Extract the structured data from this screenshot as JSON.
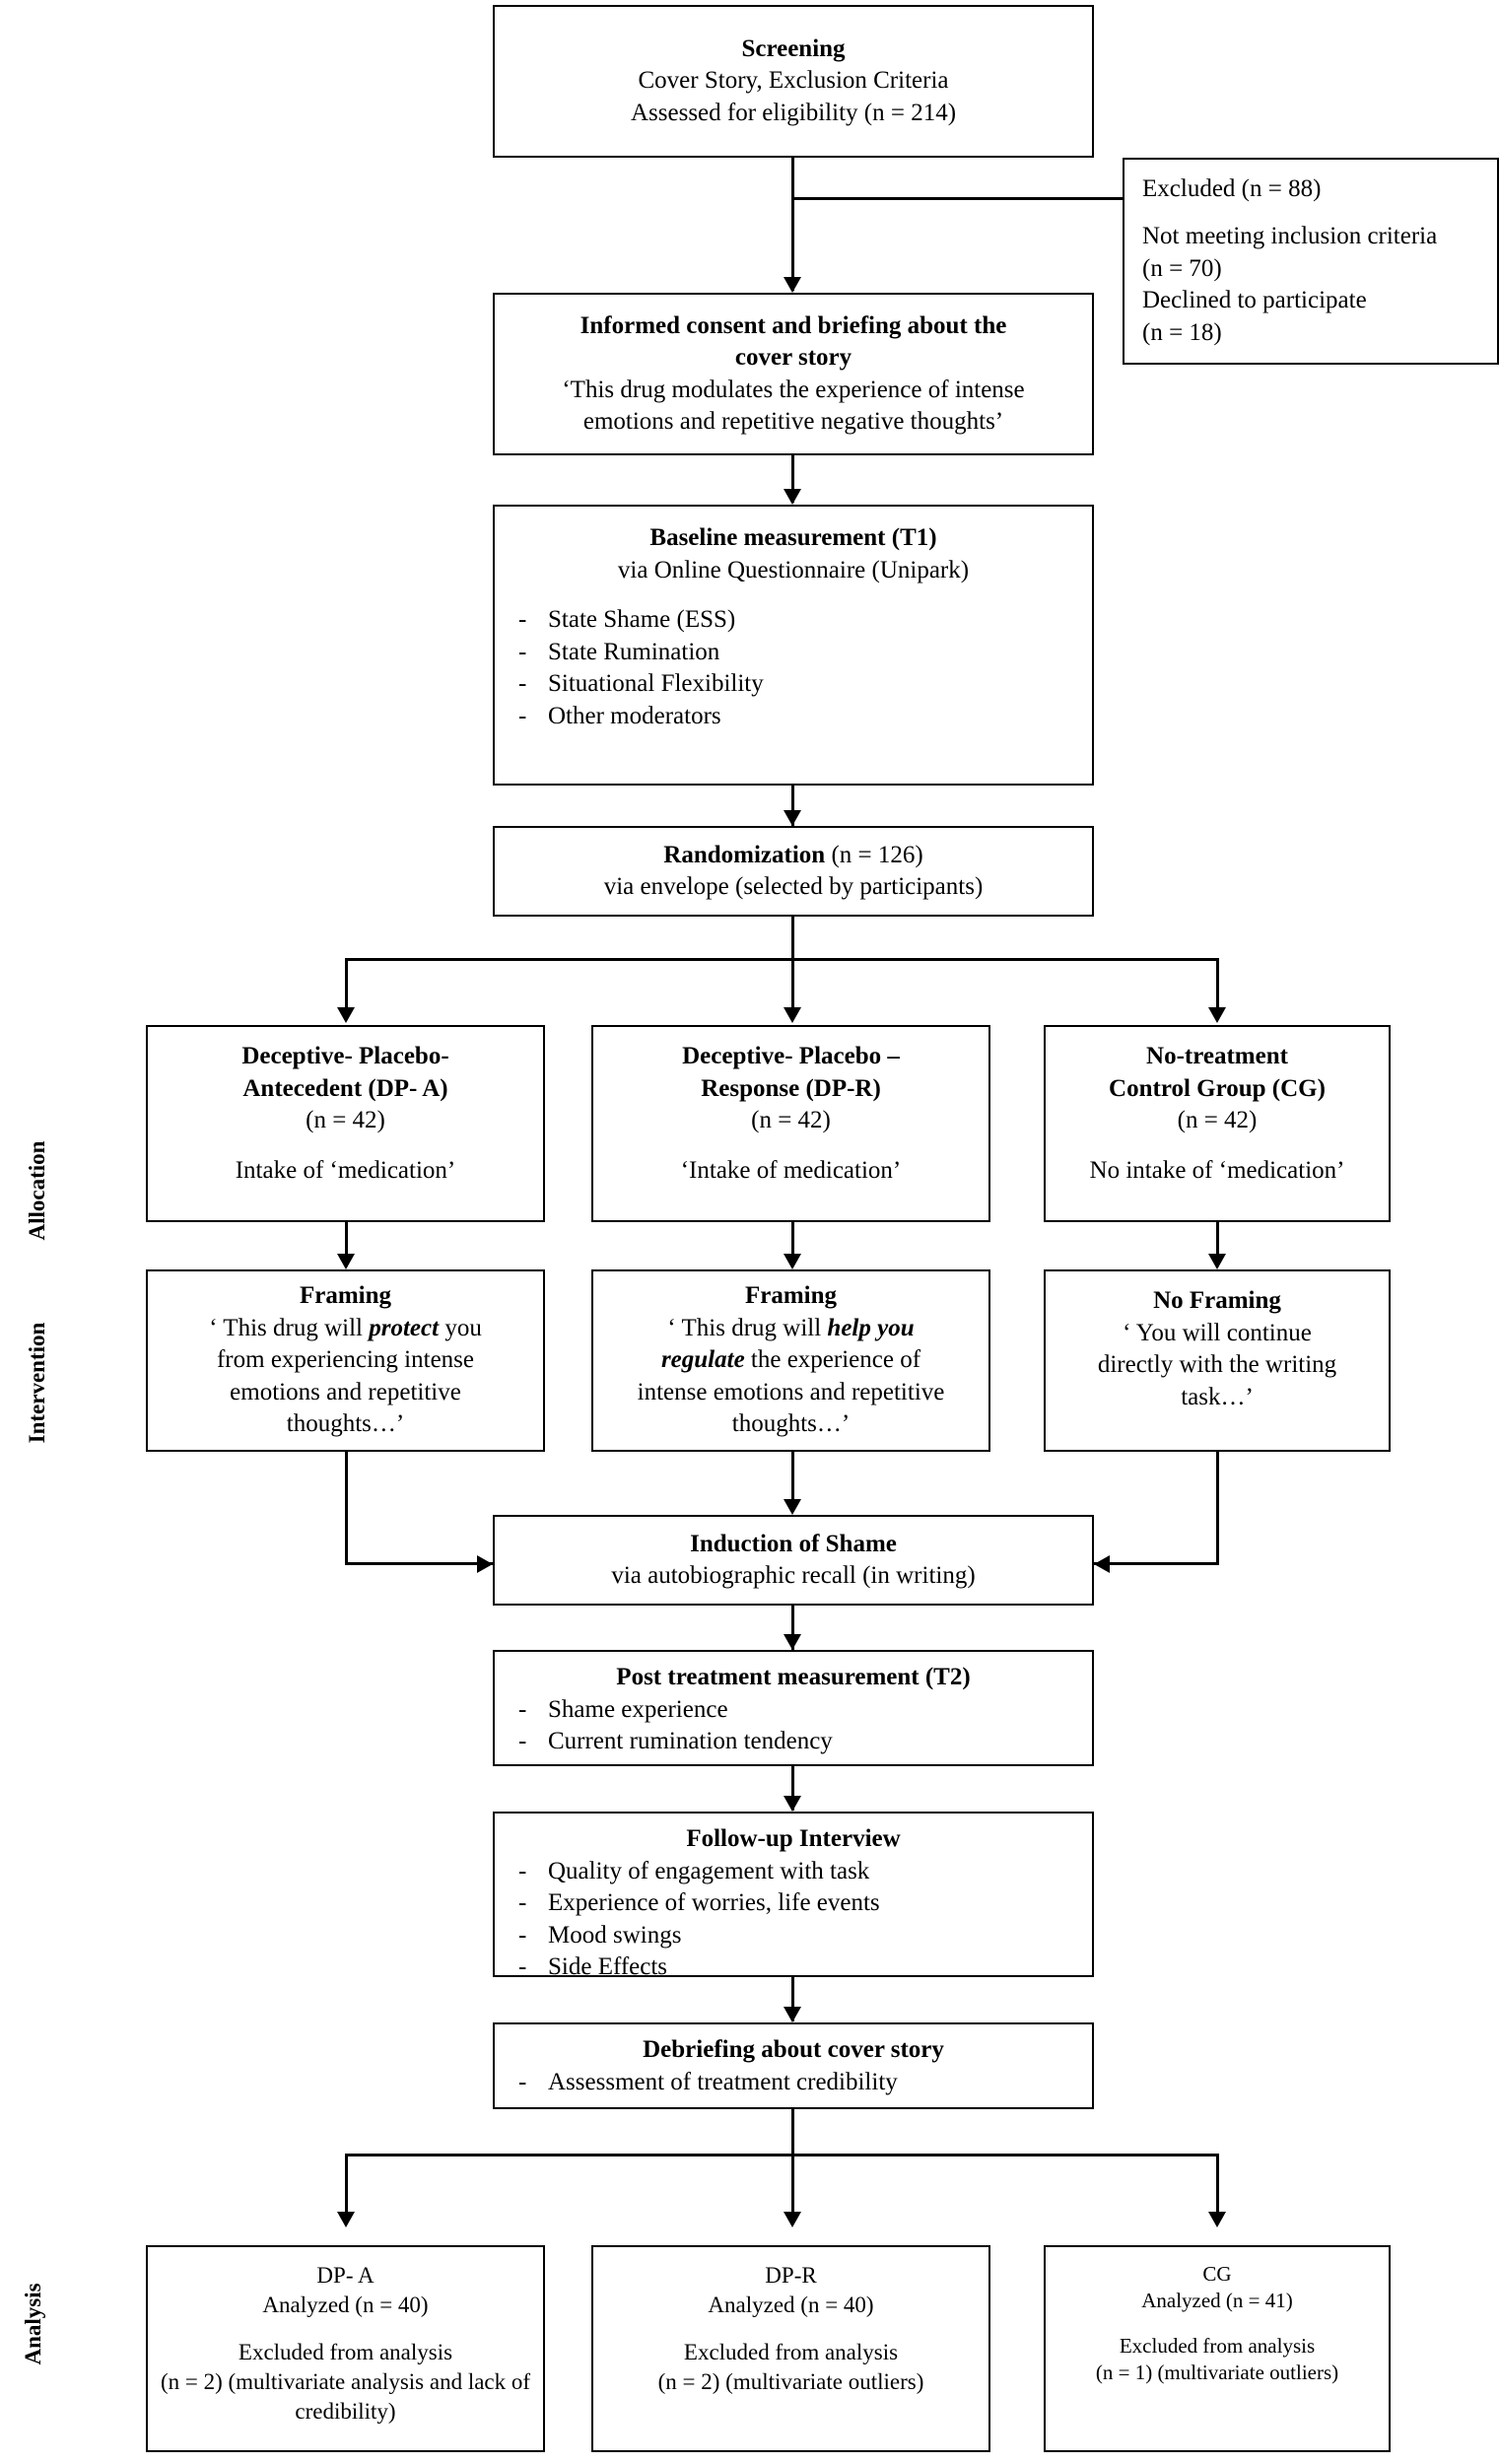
{
  "figure": {
    "type": "consort-flow-diagram",
    "stage_labels": [
      "Allocation",
      "Intervention",
      "Analysis"
    ]
  },
  "nodes": {
    "screening": {
      "title": "Screening",
      "line2": "Cover Story, Exclusion Criteria",
      "line3": "Assessed for eligibility (n = 214)",
      "n": "214"
    },
    "excluded": {
      "title": "Excluded (n = 88)",
      "reason1": "Not meeting inclusion criteria",
      "reason1_n": "(n = 70)",
      "reason2": "Declined to participate",
      "reason2_n": "(n = 18)",
      "n": "88"
    },
    "consent": {
      "title_line1": "Informed consent and briefing about the",
      "title_line2": "cover story",
      "quote_line1": "‘This drug modulates the experience of intense",
      "quote_line2": "emotions and repetitive negative thoughts’"
    },
    "baseline": {
      "title": "Baseline measurement (T1)",
      "subtitle": "via Online Questionnaire (Unipark)",
      "items": [
        "State Shame (ESS)",
        "State Rumination",
        "Situational Flexibility",
        "Other moderators"
      ]
    },
    "randomization": {
      "title": "Randomization (n = 126)",
      "title_bold": "Randomization",
      "title_rest": " (n = 126)",
      "subtitle": "via envelope (selected by participants)",
      "n": "126"
    },
    "group_dpa": {
      "title_line1": "Deceptive- Placebo-",
      "title_line2": "Antecedent (DP- A)",
      "n_label": "(n = 42)",
      "intake": "Intake of ‘medication’",
      "n": "42"
    },
    "group_dpr": {
      "title_line1": "Deceptive- Placebo –",
      "title_line2": "Response (DP-R)",
      "n_label": "(n = 42)",
      "intake": "‘Intake of medication’",
      "n": "42"
    },
    "group_cg": {
      "title_line1": "No-treatment",
      "title_line2": "Control Group (CG)",
      "n_label": "(n = 42)",
      "intake": "No intake of ‘medication’",
      "n": "42"
    },
    "framing_dpa": {
      "title": "Framing",
      "pre": "‘ This drug will ",
      "emph": "protect",
      "post_line1": " you",
      "line2": "from experiencing intense",
      "line3": "emotions and repetitive",
      "line4": "thoughts…’"
    },
    "framing_dpr": {
      "title": "Framing",
      "pre": "‘ This drug will ",
      "emph1": "help you",
      "emph2": "regulate",
      "post": " the experience of",
      "line3": "intense emotions and repetitive",
      "line4": "thoughts…’"
    },
    "framing_cg": {
      "title": "No Framing",
      "line2": "‘ You will continue",
      "line3": "directly with the writing",
      "line4": "task…’"
    },
    "induction": {
      "title": "Induction of Shame",
      "subtitle": "via autobiographic recall (in writing)"
    },
    "post_treatment": {
      "title": "Post treatment measurement (T2)",
      "items": [
        "Shame experience",
        "Current rumination tendency"
      ]
    },
    "followup": {
      "title": "Follow-up Interview",
      "items": [
        "Quality of engagement with task",
        "Experience of worries, life events",
        "Mood swings",
        "Side Effects"
      ]
    },
    "debriefing": {
      "title": "Debriefing about cover story",
      "items": [
        "Assessment of treatment credibility"
      ]
    },
    "analysis_dpa": {
      "group": "DP- A",
      "analyzed": "Analyzed (n = 40)",
      "excluded_title": "Excluded from analysis",
      "excluded_line1": "(n = 2) (multivariate analysis and lack of",
      "excluded_line2": "credibility)",
      "analyzed_n": "40",
      "excluded_n": "2"
    },
    "analysis_dpr": {
      "group": "DP-R",
      "analyzed": "Analyzed (n = 40)",
      "excluded_title": "Excluded from analysis",
      "excluded_line1": "(n = 2) (multivariate outliers)",
      "analyzed_n": "40",
      "excluded_n": "2"
    },
    "analysis_cg": {
      "group": "CG",
      "analyzed": "Analyzed (n = 41)",
      "excluded_title": "Excluded from analysis",
      "excluded_line1": "(n = 1) (multivariate outliers)",
      "analyzed_n": "41",
      "excluded_n": "1"
    }
  },
  "colors": {
    "stroke": "#000000",
    "background": "#ffffff",
    "text": "#000000"
  }
}
